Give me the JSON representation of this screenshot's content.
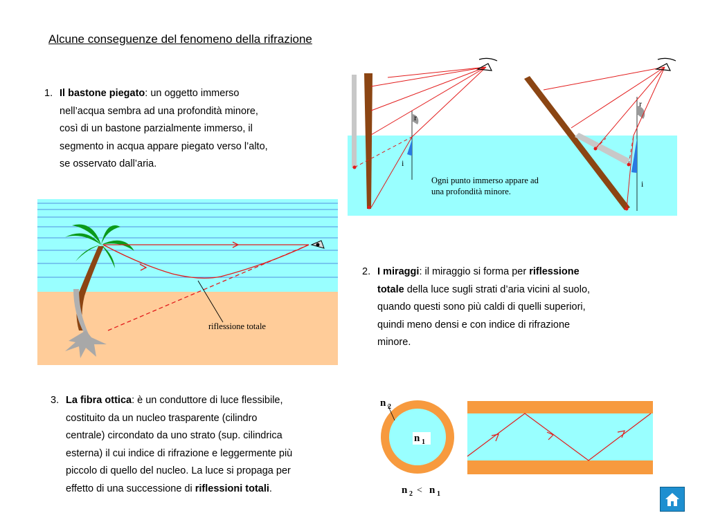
{
  "title": "Alcune conseguenze del fenomeno della rifrazione",
  "section1": {
    "number": "1.",
    "bold": "Il bastone piegato",
    "text_a": ":   un oggetto immerso",
    "text_b": "nell’acqua sembra ad una profondità minore,",
    "text_c": "così di un bastone parzialmente immerso, il",
    "text_d": "segmento in acqua appare piegato verso l’alto,",
    "text_e": "se osservato dall’aria."
  },
  "section2": {
    "number": "2.",
    "bold1": "I miraggi",
    "text_a": ": il miraggio si forma per ",
    "bold2": "riflessione",
    "bold3": "totale",
    "text_b": " della luce sugli strati d’aria vicini al suolo,",
    "text_c": "quando questi sono più caldi di quelli superiori,",
    "text_d": "quindi meno densi e con indice di rifrazione",
    "text_e": "minore."
  },
  "section3": {
    "number": "3.",
    "bold1": "La fibra ottica",
    "text_a": ": è un conduttore di luce flessibile,",
    "text_b": "costituito da un nucleo trasparente (cilindro",
    "text_c": "centrale) circondato da uno strato (sup. cilindrica",
    "text_d": "esterna) il cui indice di rifrazione e leggermente più",
    "text_e": "piccolo di quello del nucleo. La luce si propaga per",
    "text_f": "effetto di una successione di ",
    "bold2": "riflessioni totali",
    "text_g": "."
  },
  "diagram_stick": {
    "label_r1": "r",
    "label_i1": "i",
    "label_r2": "r",
    "label_i2": "i",
    "caption_line1": "Ogni punto immerso appare ad",
    "caption_line2": "una profondità minore."
  },
  "diagram_mirage": {
    "label": "riflessione totale"
  },
  "diagram_fiber": {
    "n2_base": "n",
    "n2_sub": "2",
    "n1_base": "n",
    "n1_sub": "1",
    "relation": "n",
    "relation_sub_a": "2",
    "relation_op": "<",
    "relation_b": "n",
    "relation_sub_b": "1"
  },
  "colors": {
    "water": "#99ffff",
    "sand": "#ffcc99",
    "ray": "#e21b1b",
    "stick": "#8b4513",
    "cladding": "#f79a3e",
    "core": "#99ffff",
    "home_button": "#1e8fd0"
  },
  "icons": [
    "eye-icon",
    "home-icon"
  ]
}
